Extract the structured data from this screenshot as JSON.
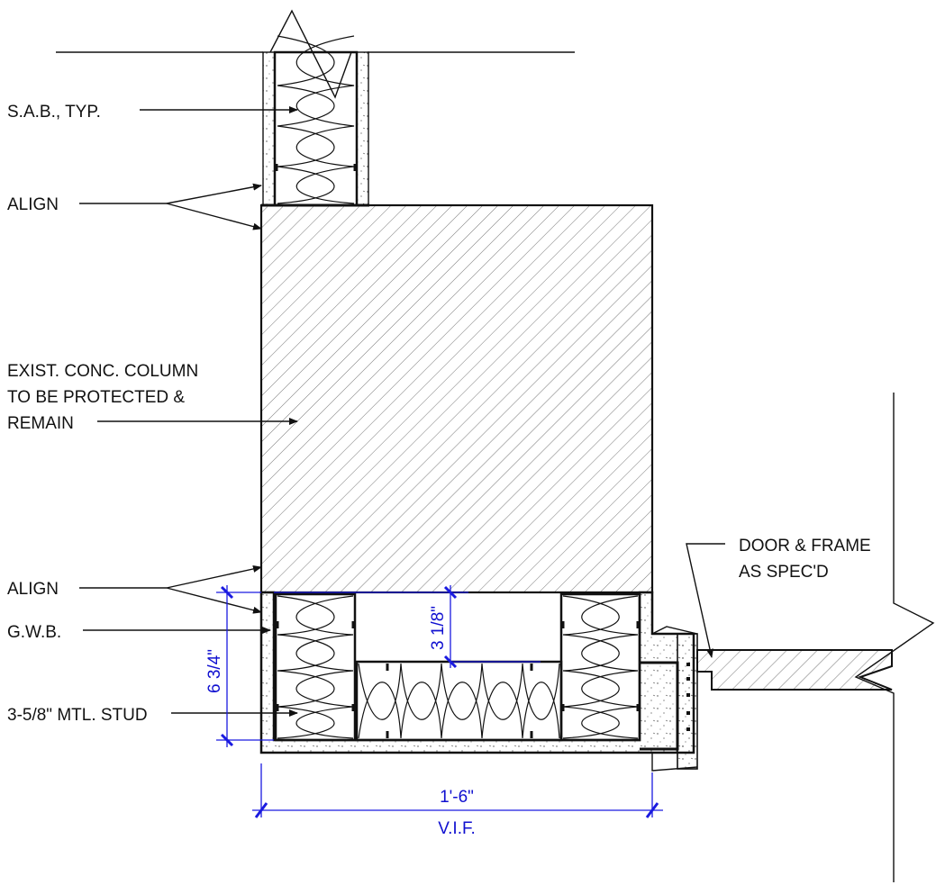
{
  "labels": {
    "sab": "S.A.B., TYP.",
    "align_top": "ALIGN",
    "column_line1": "EXIST. CONC. COLUMN",
    "column_line2": "TO BE PROTECTED &",
    "column_line3": "REMAIN",
    "align_bottom": "ALIGN",
    "gwb": "G.W.B.",
    "stud": "3-5/8\" MTL. STUD",
    "door_line1": "DOOR & FRAME",
    "door_line2": "AS SPEC'D"
  },
  "dimensions": {
    "vertical_left": "6 3/4\"",
    "vertical_mid": "3 1/8\"",
    "horizontal": "1'-6\"",
    "horizontal_note": "V.I.F."
  },
  "colors": {
    "linework": "#111111",
    "dimension": "#1a1ae0"
  }
}
